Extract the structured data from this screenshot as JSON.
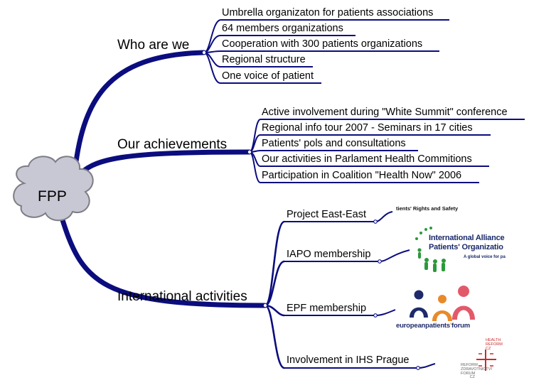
{
  "colors": {
    "line": "#0b0d7e",
    "cloud_fill": "#c8c8d4",
    "cloud_stroke": "#7d7d85"
  },
  "root": {
    "label": "FPP"
  },
  "branches": [
    {
      "label": "Who are we",
      "children": [
        "Umbrella organizaton for patients associations",
        "64 members organizations",
        "Cooperation with 300 patients organizations",
        "Regional structure",
        "One voice of patient"
      ]
    },
    {
      "label": "Our achievements",
      "children": [
        "Active involvement during \"White Summit\" conference",
        "Regional info tour 2007 - Seminars in 17 cities",
        "Patients' pols and consultations",
        "Our activities in Parlament Health Commitions",
        "Participation in Coalition \"Health Now\" 2006"
      ]
    },
    {
      "label": "International activities",
      "children": [
        "Project East-East",
        "IAPO membership",
        "EPF membership",
        "Involvement in IHS Prague"
      ]
    }
  ],
  "logos": {
    "east_east": {
      "text": "tients' Rights and Safety"
    },
    "iapo": {
      "line1": "International Alliance",
      "line2": "Patients' Organizatio",
      "tagline": "A global voice for pa"
    },
    "epf": {
      "text_a": "europeanpatients",
      "text_b": "forum"
    },
    "ihs": {
      "top1": "HEALTH",
      "top2": "REFORM",
      "top3": "CZ",
      "bot1": "REFORM",
      "bot2": "ZDRAVOTNICTVÍ",
      "bot3": "FORUM",
      "bot4": "CZ"
    }
  }
}
